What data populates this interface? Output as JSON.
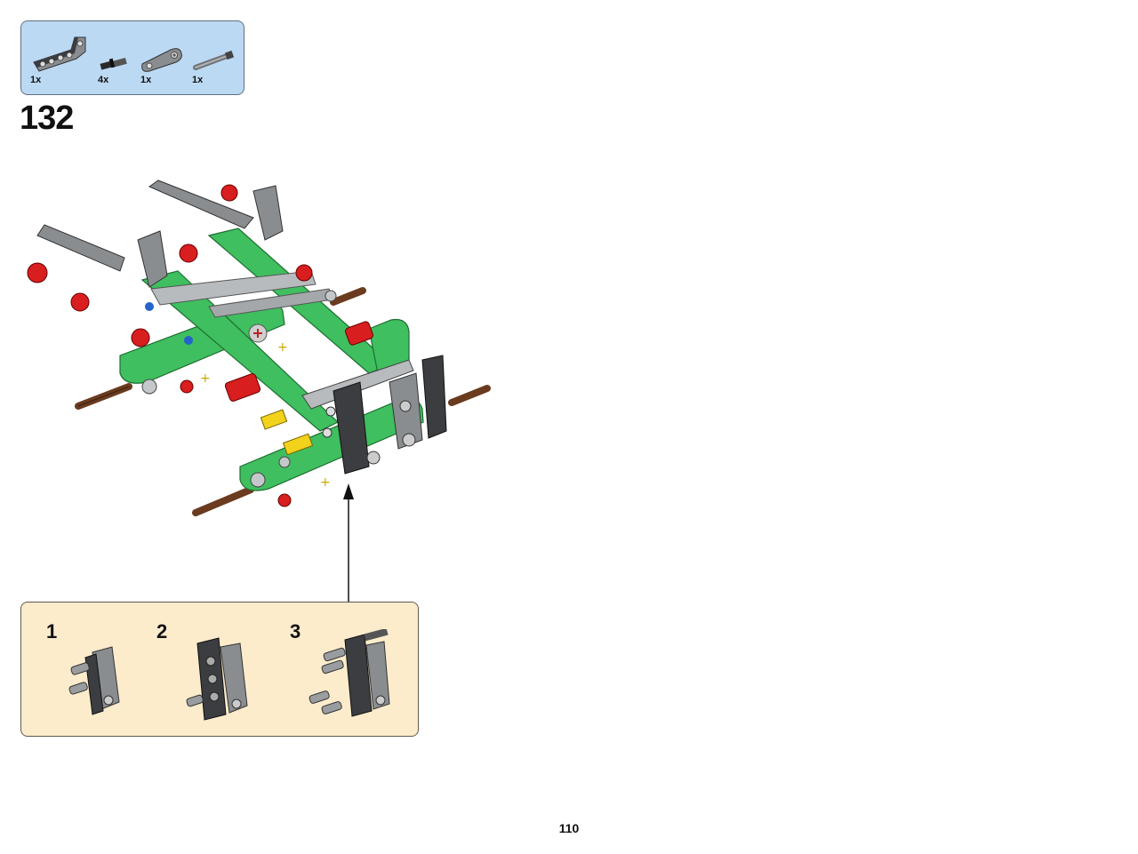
{
  "parts": [
    {
      "icon": "grey-liftarm-bent-icon",
      "qty": "1x"
    },
    {
      "icon": "black-pin-icon",
      "qty": "4x"
    },
    {
      "icon": "grey-liftarm-short-icon",
      "qty": "1x"
    },
    {
      "icon": "grey-axle-icon",
      "qty": "1x"
    }
  ],
  "step_number": "132",
  "sub_steps": [
    {
      "number": "1"
    },
    {
      "number": "2"
    },
    {
      "number": "3"
    }
  ],
  "page_number": "110",
  "colors": {
    "parts_box": "#bcd9f3",
    "sub_box": "#fdeccc",
    "green_beam": "#3fbf5f",
    "grey_part": "#8a8d90",
    "dark_grey_part": "#3b3d40",
    "red_part": "#d81e1e",
    "yellow_part": "#f3d21b",
    "brown_axle": "#6b3b1f"
  }
}
